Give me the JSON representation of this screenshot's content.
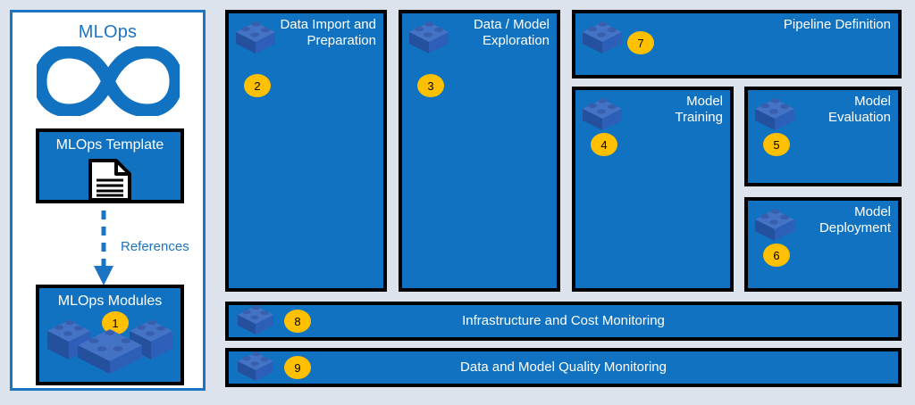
{
  "colors": {
    "background": "#dce3ed",
    "box_fill": "#1072c0",
    "box_border": "#000000",
    "panel_border": "#1b74c4",
    "accent_text": "#1b74c4",
    "badge_fill": "#ffc000",
    "brick_top": "#4472c4",
    "brick_front": "#2e5fb8",
    "brick_side": "#24509e",
    "white": "#ffffff"
  },
  "sidebar": {
    "title": "MLOps",
    "logo_icon": "infinity-icon",
    "template_card": {
      "label": "MLOps Template",
      "icon": "document-icon"
    },
    "connector": {
      "label": "References",
      "icon": "dashed-down-arrow-icon"
    },
    "modules_card": {
      "label": "MLOps Modules",
      "icon": "lego-bricks-icon",
      "badge": "1"
    }
  },
  "modules": [
    {
      "id": "data-import-and-preparation",
      "label": "Data Import and\nPreparation",
      "badge": "2",
      "icon": "lego-brick-icon",
      "align": "right"
    },
    {
      "id": "data-model-exploration",
      "label": "Data / Model\nExploration",
      "badge": "3",
      "icon": "lego-brick-icon",
      "align": "right"
    },
    {
      "id": "pipeline-definition",
      "label": "Pipeline Definition",
      "badge": "7",
      "icon": "lego-brick-icon",
      "align": "right"
    },
    {
      "id": "model-training",
      "label": "Model\nTraining",
      "badge": "4",
      "icon": "lego-brick-icon",
      "align": "right"
    },
    {
      "id": "model-evaluation",
      "label": "Model\nEvaluation",
      "badge": "5",
      "icon": "lego-brick-icon",
      "align": "right"
    },
    {
      "id": "model-deployment",
      "label": "Model\nDeployment",
      "badge": "6",
      "icon": "lego-brick-icon",
      "align": "right"
    },
    {
      "id": "infrastructure-and-cost-monitoring",
      "label": "Infrastructure and Cost Monitoring",
      "badge": "8",
      "icon": "lego-brick-icon",
      "align": "center"
    },
    {
      "id": "data-and-model-quality-monitoring",
      "label": "Data and Model Quality Monitoring",
      "badge": "9",
      "icon": "lego-brick-icon",
      "align": "center"
    }
  ]
}
